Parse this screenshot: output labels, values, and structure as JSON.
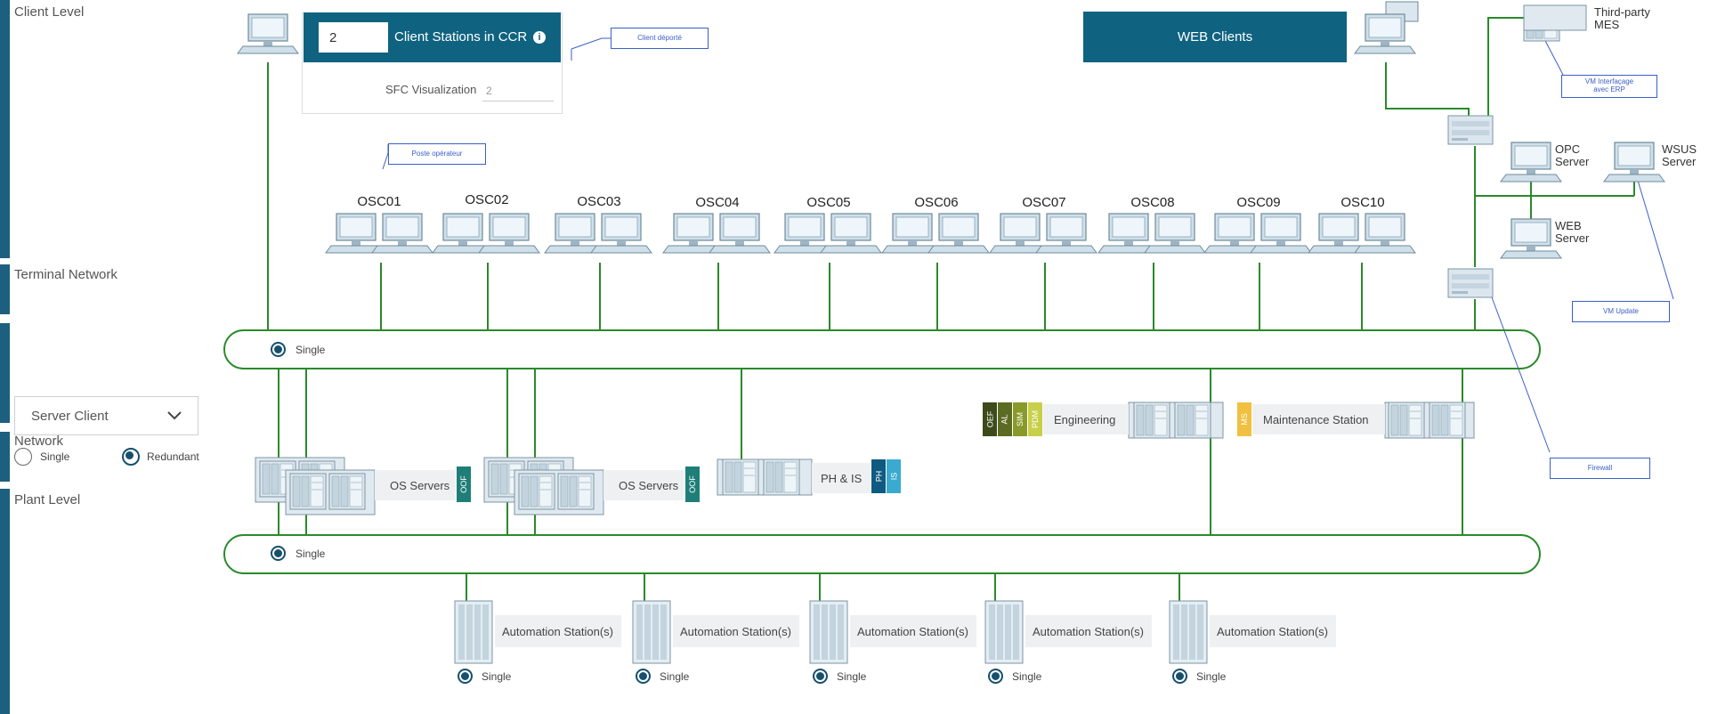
{
  "levels": {
    "client": "Client Level",
    "terminal": "Terminal Network",
    "network": "Network",
    "plant": "Plant Level"
  },
  "ccr": {
    "count": "2",
    "title": "Client Stations in CCR",
    "sfc_label": "SFC Visualization",
    "sfc_value": "2"
  },
  "web_clients": "WEB Clients",
  "callouts": {
    "client_deporte": "Client déporté",
    "poste_operateur": "Poste opérateur",
    "vm_interfacage_1": "VM Interfaçage",
    "vm_interfacage_2": "avec ERP",
    "vm_update": "VM Update",
    "firewall": "Firewall"
  },
  "right_servers": {
    "mes_1": "Third-party",
    "mes_2": "MES",
    "opc_1": "OPC",
    "opc_2": "Server",
    "wsus_1": "WSUS",
    "wsus_2": "Server",
    "web_1": "WEB",
    "web_2": "Server"
  },
  "operator_stations": [
    "OSC01",
    "OSC02",
    "OSC03",
    "OSC04",
    "OSC05",
    "OSC06",
    "OSC07",
    "OSC08",
    "OSC09",
    "OSC10"
  ],
  "terminal_network": {
    "option": "Single"
  },
  "server_client": {
    "selected": "Server Client",
    "single": "Single",
    "redundant": "Redundant"
  },
  "servers": {
    "os_1": "OS Servers",
    "os_2": "OS Servers",
    "oof": "OOF",
    "ph_is": "PH & IS",
    "ph": "PH",
    "is": "IS",
    "engineering": "Engineering",
    "eng_tags": [
      "OEF",
      "AL",
      "SIM",
      "PDM"
    ],
    "maintenance": "Maintenance Station",
    "ms": "MS"
  },
  "plant_network": {
    "option": "Single"
  },
  "automation_stations": [
    {
      "label": "Automation Station(s)",
      "option": "Single"
    },
    {
      "label": "Automation Station(s)",
      "option": "Single"
    },
    {
      "label": "Automation Station(s)",
      "option": "Single"
    },
    {
      "label": "Automation Station(s)",
      "option": "Single"
    },
    {
      "label": "Automation Station(s)",
      "option": "Single"
    }
  ],
  "colors": {
    "band": "#1d5f7e",
    "wire": "#2a8a2a",
    "header_teal": "#0f6380",
    "callout": "#3a5fc8",
    "oof": "#1f7f78",
    "ph": "#0f5a80",
    "is": "#3aaad0",
    "ms": "#f0c040",
    "eng": [
      "#3d4a1a",
      "#5c6b22",
      "#8a9a2a",
      "#c8d04a"
    ]
  }
}
